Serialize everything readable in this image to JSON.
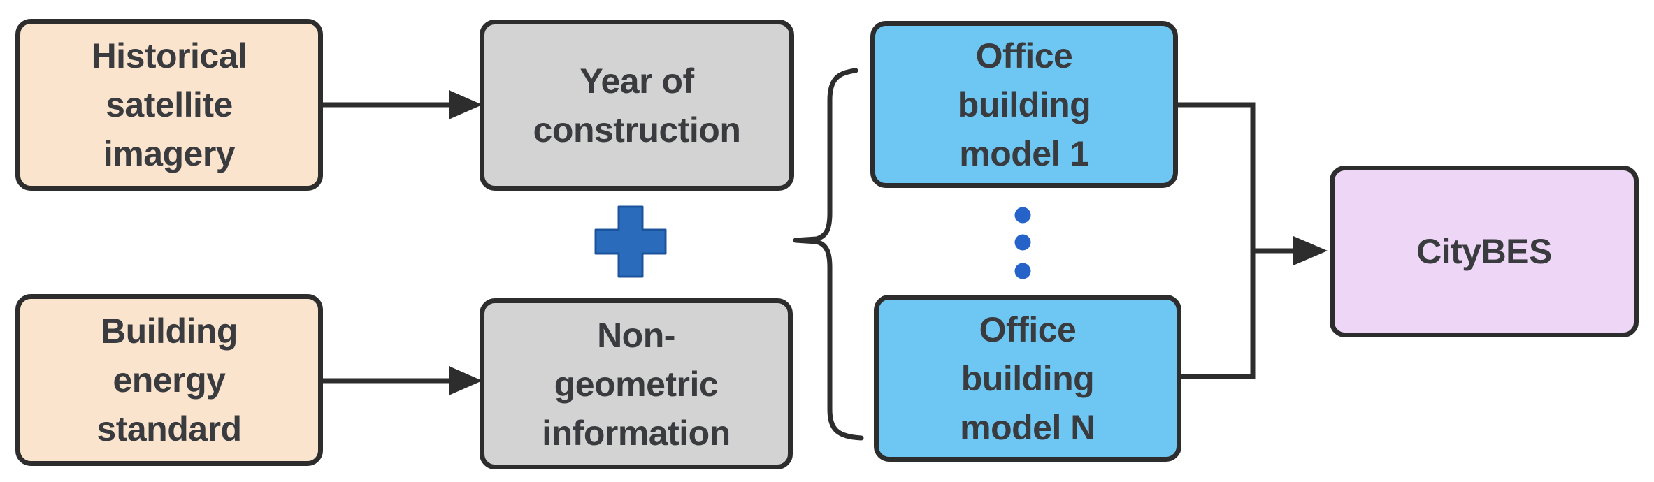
{
  "diagram": {
    "type": "flowchart",
    "background": "#ffffff",
    "nodes": [
      {
        "id": "historical-satellite-imagery",
        "label": "Historical\nsatellite\nimagery",
        "fill": "#fbe4ce"
      },
      {
        "id": "building-energy-standard",
        "label": "Building\nenergy\nstandard",
        "fill": "#fbe4ce"
      },
      {
        "id": "year-of-construction",
        "label": "Year of\nconstruction",
        "fill": "#d3d3d3"
      },
      {
        "id": "non-geometric-information",
        "label": "Non-\ngeometric\ninformation",
        "fill": "#d3d3d3"
      },
      {
        "id": "office-building-model-1",
        "label": "Office\nbuilding\nmodel 1",
        "fill": "#6ec7f3"
      },
      {
        "id": "office-building-model-n",
        "label": "Office\nbuilding\nmodel N",
        "fill": "#6ec7f3"
      },
      {
        "id": "citybes",
        "label": "CityBES",
        "fill": "#edd6f6"
      }
    ],
    "edges": [
      {
        "from": "historical-satellite-imagery",
        "to": "year-of-construction",
        "type": "arrow"
      },
      {
        "from": "building-energy-standard",
        "to": "non-geometric-information",
        "type": "arrow"
      },
      {
        "from": "year-of-construction",
        "to": "office-building-models",
        "type": "plus-combination-into-brace"
      },
      {
        "from": "non-geometric-information",
        "to": "office-building-models",
        "type": "plus-combination-into-brace"
      },
      {
        "from": "office-building-model-1",
        "to": "citybes",
        "type": "merged-arrow"
      },
      {
        "from": "office-building-model-n",
        "to": "citybes",
        "type": "merged-arrow"
      }
    ],
    "icons": {
      "plus": {
        "name": "plus-icon",
        "color": "#2a6cbb"
      },
      "ellipsis": {
        "name": "vertical-ellipsis-icon",
        "color": "#2563c8",
        "dot_count": 3
      },
      "brace": {
        "name": "left-curly-brace-icon",
        "color": "#2d2d2d"
      }
    },
    "colors": {
      "node_border": "#2d2d2d",
      "arrow": "#2d2d2d",
      "text": "#393b3e",
      "peach_fill": "#fbe4ce",
      "gray_fill": "#d3d3d3",
      "blue_fill": "#6ec7f3",
      "purple_fill": "#edd6f6"
    }
  }
}
